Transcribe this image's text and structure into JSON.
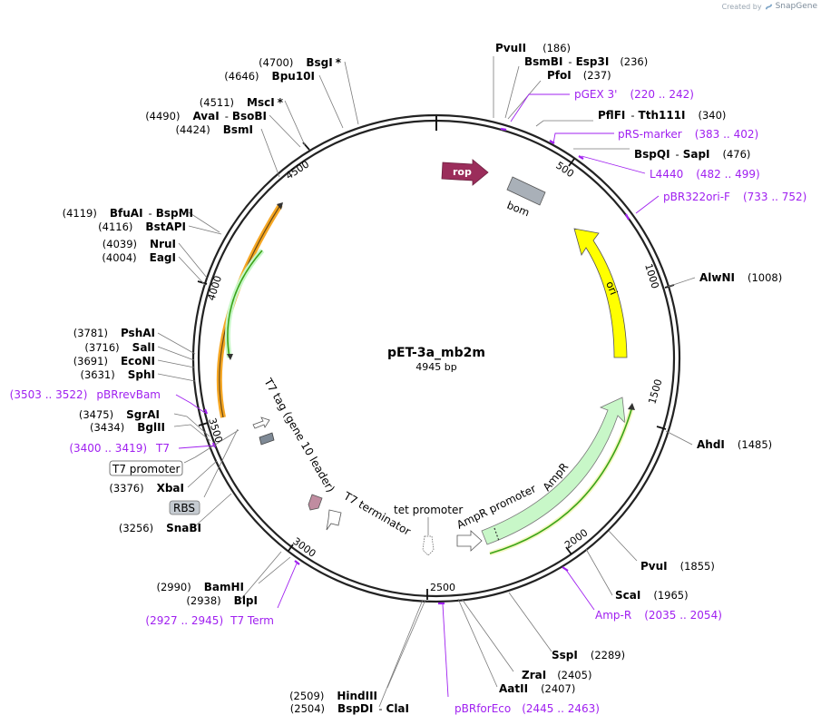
{
  "credit": {
    "prefix": "Created by",
    "brand": "SnapGene"
  },
  "plasmid": {
    "name": "pET-3a_mb2m",
    "size": "4945 bp"
  },
  "ticks": [
    "500",
    "1000",
    "1500",
    "2000",
    "2500",
    "3000",
    "3500",
    "4000",
    "4500"
  ],
  "sites": {
    "pvuii": {
      "name": "PvuII",
      "pos": "(186)"
    },
    "bsmbi": {
      "name": "BsmBI",
      "sep": "-",
      "name2": "Esp3I",
      "pos": "(236)"
    },
    "pfoi": {
      "name": "PfoI",
      "pos": "(237)"
    },
    "pflfi": {
      "name": "PflFI",
      "sep": "-",
      "name2": "Tth111I",
      "pos": "(340)"
    },
    "bspqi": {
      "name": "BspQI",
      "sep": "-",
      "name2": "SapI",
      "pos": "(476)"
    },
    "alwni": {
      "name": "AlwNI",
      "pos": "(1008)"
    },
    "ahdi": {
      "name": "AhdI",
      "pos": "(1485)"
    },
    "pvui": {
      "name": "PvuI",
      "pos": "(1855)"
    },
    "scai": {
      "name": "ScaI",
      "pos": "(1965)"
    },
    "sspi": {
      "name": "SspI",
      "pos": "(2289)"
    },
    "zrai": {
      "name": "ZraI",
      "pos": "(2405)"
    },
    "aatii": {
      "name": "AatII",
      "pos": "(2407)"
    },
    "hindiii": {
      "name": "HindIII",
      "pos": "(2509)"
    },
    "bspdi": {
      "name": "BspDI",
      "sep": "-",
      "name2": "ClaI",
      "pos": "(2504)"
    },
    "bamhi": {
      "name": "BamHI",
      "pos": "(2990)"
    },
    "blpi": {
      "name": "BlpI",
      "pos": "(2938)"
    },
    "snabi": {
      "name": "SnaBI",
      "pos": "(3256)"
    },
    "xbai": {
      "name": "XbaI",
      "pos": "(3376)"
    },
    "bglii": {
      "name": "BglII",
      "pos": "(3434)"
    },
    "sgrai": {
      "name": "SgrAI",
      "pos": "(3475)"
    },
    "sphi": {
      "name": "SphI",
      "pos": "(3631)"
    },
    "econi": {
      "name": "EcoNI",
      "pos": "(3691)"
    },
    "sali": {
      "name": "SalI",
      "pos": "(3716)"
    },
    "pshai": {
      "name": "PshAI",
      "pos": "(3781)"
    },
    "eagi": {
      "name": "EagI",
      "pos": "(4004)"
    },
    "nrui": {
      "name": "NruI",
      "pos": "(4039)"
    },
    "bstapi": {
      "name": "BstAPI",
      "pos": "(4116)"
    },
    "bfuai": {
      "name": "BfuAI",
      "sep": "-",
      "name2": "BspMI",
      "pos": "(4119)"
    },
    "bsmi": {
      "name": "BsmI",
      "pos": "(4424)"
    },
    "avai": {
      "name": "AvaI",
      "sep": "-",
      "name2": "BsoBI",
      "pos": "(4490)"
    },
    "msci": {
      "name": "MscI",
      "star": "*",
      "pos": "(4511)"
    },
    "bpu10i": {
      "name": "Bpu10I",
      "pos": "(4646)"
    },
    "bsgi": {
      "name": "BsgI",
      "star": "*",
      "pos": "(4700)"
    }
  },
  "primers": {
    "pgex3": {
      "name": "pGEX 3'",
      "range": "(220 .. 242)"
    },
    "prsmarker": {
      "name": "pRS-marker",
      "range": "(383 .. 402)"
    },
    "l4440": {
      "name": "L4440",
      "range": "(482 .. 499)"
    },
    "pbr322ori": {
      "name": "pBR322ori-F",
      "range": "(733 .. 752)"
    },
    "ampr": {
      "name": "Amp-R",
      "range": "(2035 .. 2054)"
    },
    "pbrforeco": {
      "name": "pBRforEco",
      "range": "(2445 .. 2463)"
    },
    "t7term": {
      "name": "T7 Term",
      "range": "(2927 .. 2945)"
    },
    "t7": {
      "name": "T7",
      "range": "(3400 .. 3419)"
    },
    "pbrrevbam": {
      "name": "pBRrevBam",
      "range": "(3503 .. 3522)"
    }
  },
  "features": {
    "rop": "rop",
    "bom": "bom",
    "ori": "ori",
    "ampr": "AmpR",
    "ampr_promoter": "AmpR promoter",
    "tet_promoter": "tet promoter",
    "t7_terminator": "T7 terminator",
    "t7_tag": "T7 tag (gene 10 leader)",
    "t7_promoter": "T7 promoter",
    "rbs": "RBS"
  },
  "colors": {
    "backbone": "#222222",
    "restriction_line": "#7a7a7a",
    "primer": "#a020f0",
    "rop": "#9b2d5b",
    "bom": "#a9b0b8",
    "ori": "#ffff00",
    "ampr": "#c8f7c8",
    "orf_orange": "#f5a623",
    "orf_green": "#3aa318",
    "t7_tag": "#7f8a96",
    "t7_terminator": "#c08ca0"
  }
}
